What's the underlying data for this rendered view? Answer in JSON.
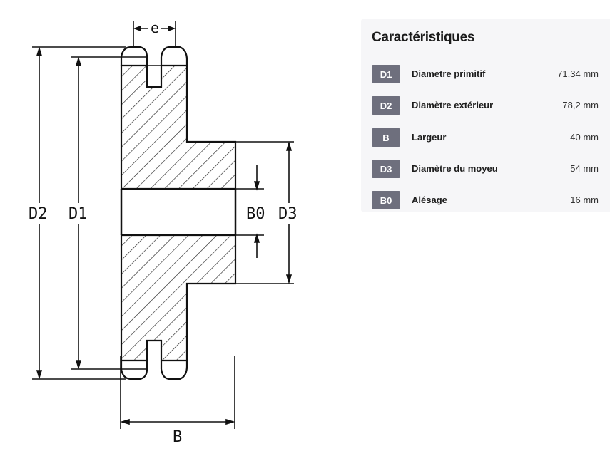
{
  "drawing": {
    "labels": {
      "e": "e",
      "d2": "D2",
      "d1": "D1",
      "b0": "B0",
      "d3": "D3",
      "b": "B"
    }
  },
  "specs": {
    "title": "Caractéristiques",
    "rows": [
      {
        "code": "D1",
        "name": "Diametre primitif",
        "value": "71,34 mm"
      },
      {
        "code": "D2",
        "name": "Diamètre extérieur",
        "value": "78,2 mm"
      },
      {
        "code": "B",
        "name": "Largeur",
        "value": "40 mm"
      },
      {
        "code": "D3",
        "name": "Diamètre du moyeu",
        "value": "54 mm"
      },
      {
        "code": "B0",
        "name": "Alésage",
        "value": "16 mm"
      }
    ]
  },
  "colors": {
    "badge": "#6e6f7d",
    "panel": "#f6f6f8",
    "line": "#111111"
  }
}
